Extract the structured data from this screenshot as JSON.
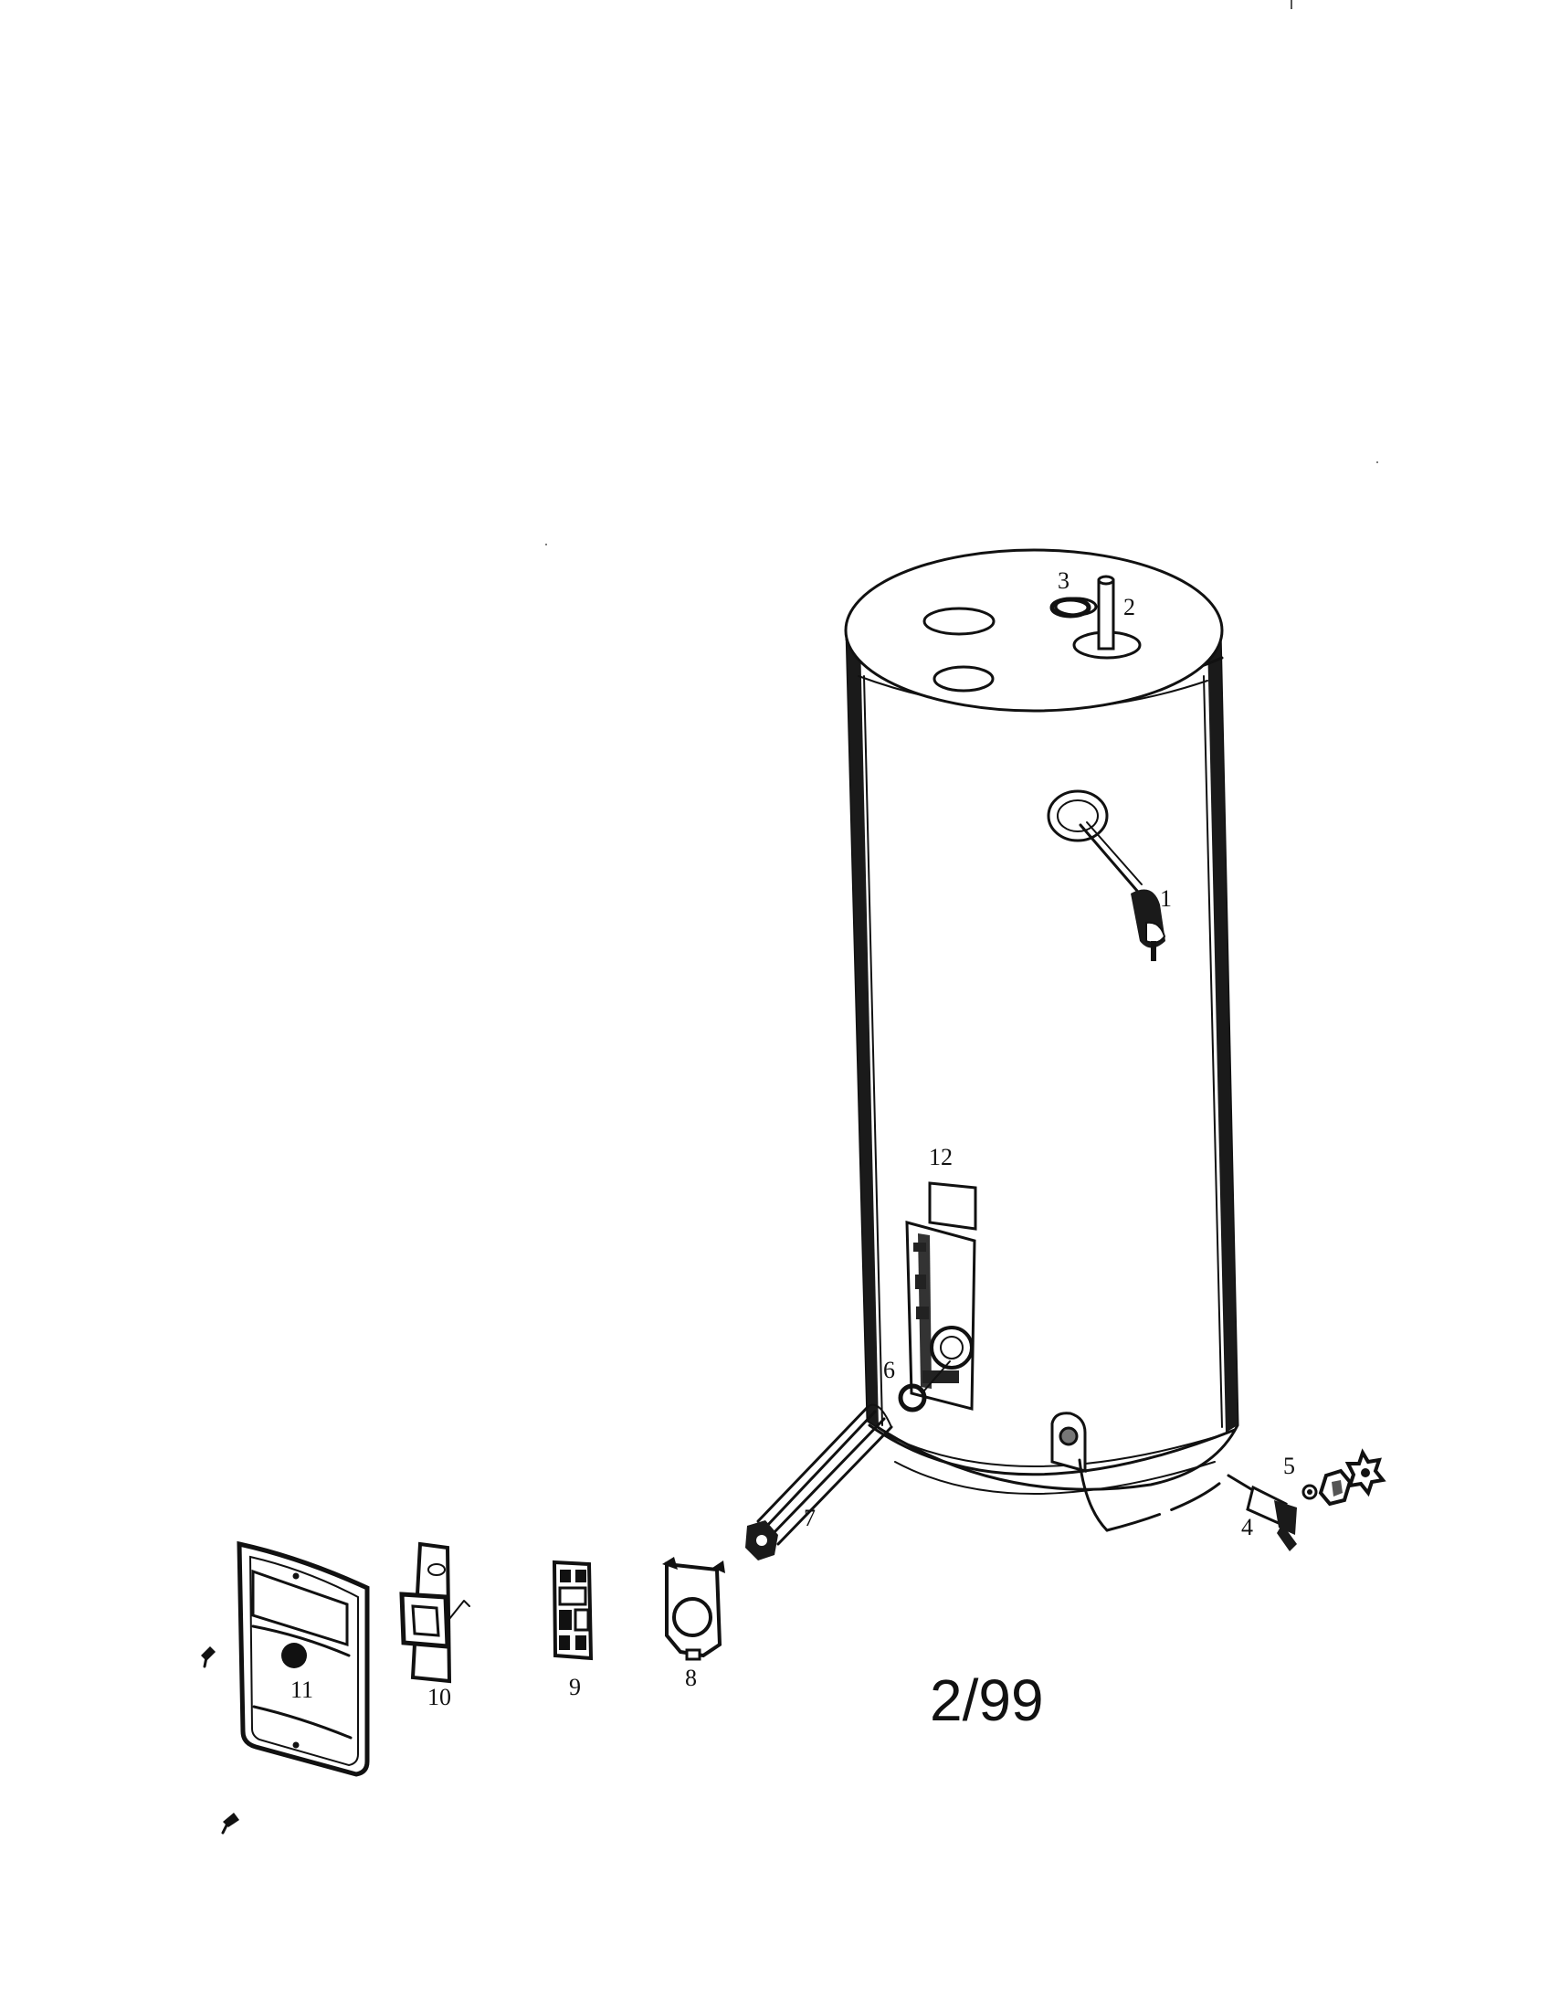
{
  "diagram": {
    "type": "exploded-parts-view",
    "subject": "electric-water-heater",
    "revision_code": "2/99",
    "callouts": [
      {
        "id": "1",
        "label": "1"
      },
      {
        "id": "2",
        "label": "2"
      },
      {
        "id": "3",
        "label": "3"
      },
      {
        "id": "4",
        "label": "4"
      },
      {
        "id": "5",
        "label": "5"
      },
      {
        "id": "6",
        "label": "6"
      },
      {
        "id": "7",
        "label": "7"
      },
      {
        "id": "8",
        "label": "8"
      },
      {
        "id": "9",
        "label": "9"
      },
      {
        "id": "10",
        "label": "10"
      },
      {
        "id": "11",
        "label": "11"
      },
      {
        "id": "12",
        "label": "12"
      }
    ]
  }
}
